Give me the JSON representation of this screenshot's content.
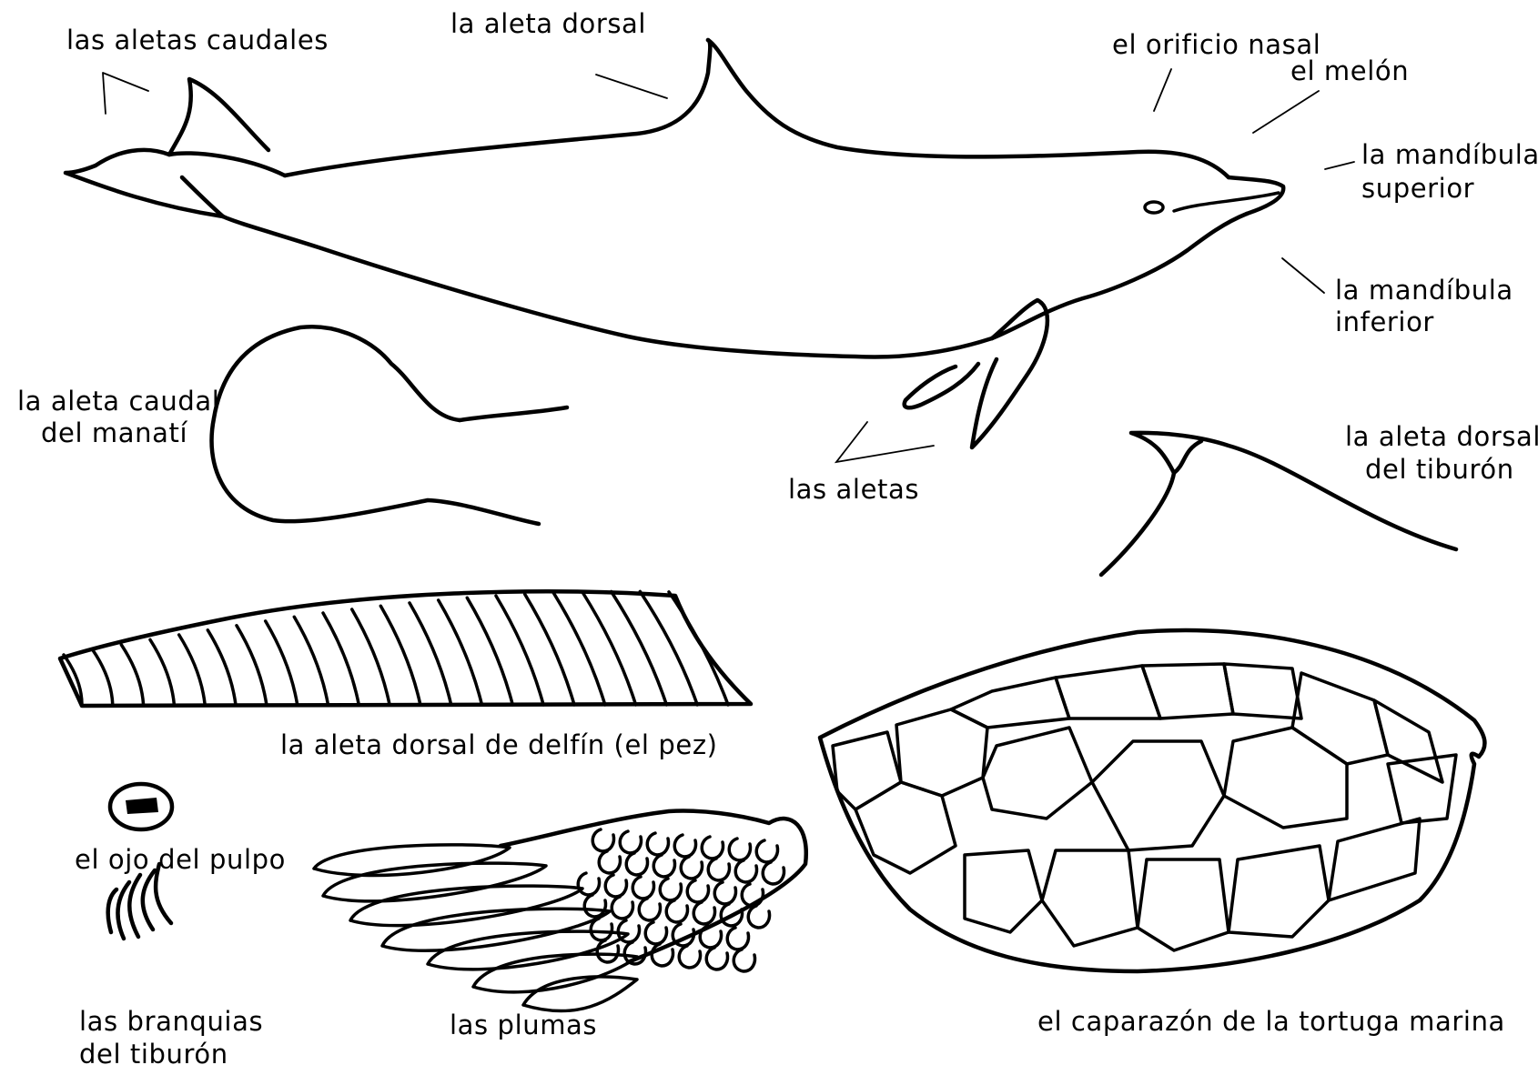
{
  "labels": {
    "tail_flukes": "las aletas caudales",
    "dorsal_fin": "la aleta dorsal",
    "blowhole": "el orificio nasal",
    "melon": "el melón",
    "upper_jaw_1": "la mandíbula",
    "upper_jaw_2": "superior",
    "lower_jaw_1": "la mandíbula",
    "lower_jaw_2": "inferior",
    "flippers": "las aletas",
    "manatee_tail_1": "la aleta caudal",
    "manatee_tail_2": "del manatí",
    "shark_dorsal_1": "la aleta dorsal",
    "shark_dorsal_2": "del tiburón",
    "mahi_dorsal": "la aleta dorsal de delfín (el pez)",
    "octopus_eye": "el ojo del pulpo",
    "feathers": "las plumas",
    "shark_gills_1": "las branquias",
    "shark_gills_2": "del tiburón",
    "turtle_shell": "el caparazón de la tortuga marina"
  },
  "colors": {
    "ink": "#000000",
    "background": "#ffffff"
  }
}
